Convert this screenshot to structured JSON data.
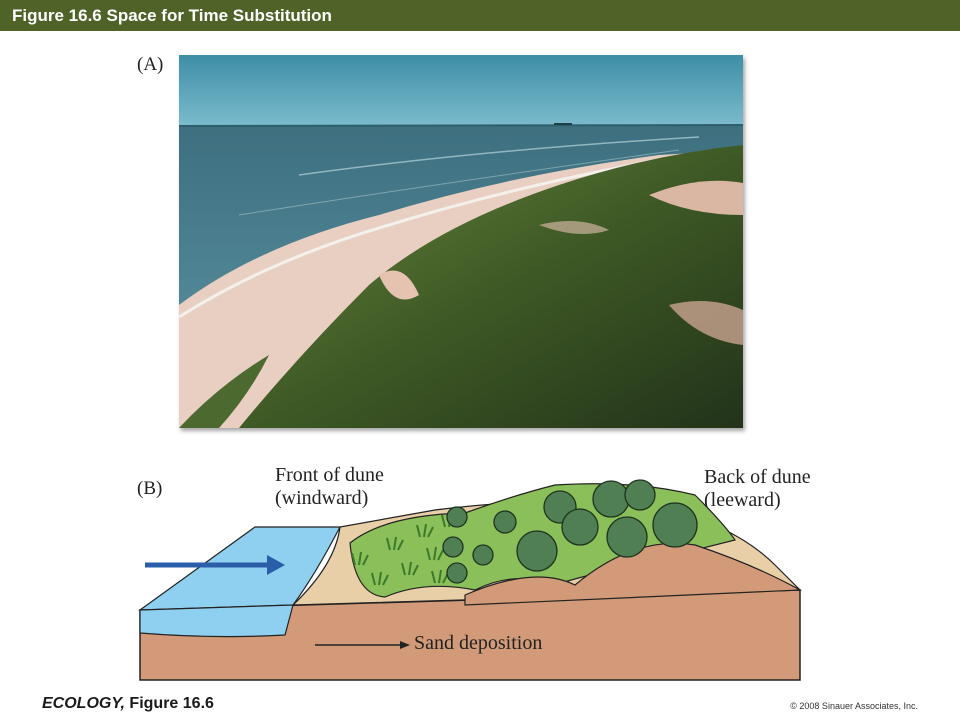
{
  "header": {
    "title": "Figure 16.6  Space for Time Substitution"
  },
  "panels": {
    "a_label": "(A)",
    "b_label": "(B)"
  },
  "diagram": {
    "front_line1": "Front of dune",
    "front_line2": "(windward)",
    "back_line1": "Back of dune",
    "back_line2": "(leeward)",
    "sand_label": "Sand deposition"
  },
  "footer": {
    "book": "ECOLOGY,",
    "figure": " Figure 16.6",
    "copyright": "© 2008 Sinauer Associates, Inc."
  },
  "colors": {
    "title_bar": "#4f6228",
    "water": "#8fd0f0",
    "sand_body": "#d29a78",
    "vegetation": "#8bbf5a",
    "tree": "#4f7f52",
    "arrow": "#2b5ea8"
  }
}
